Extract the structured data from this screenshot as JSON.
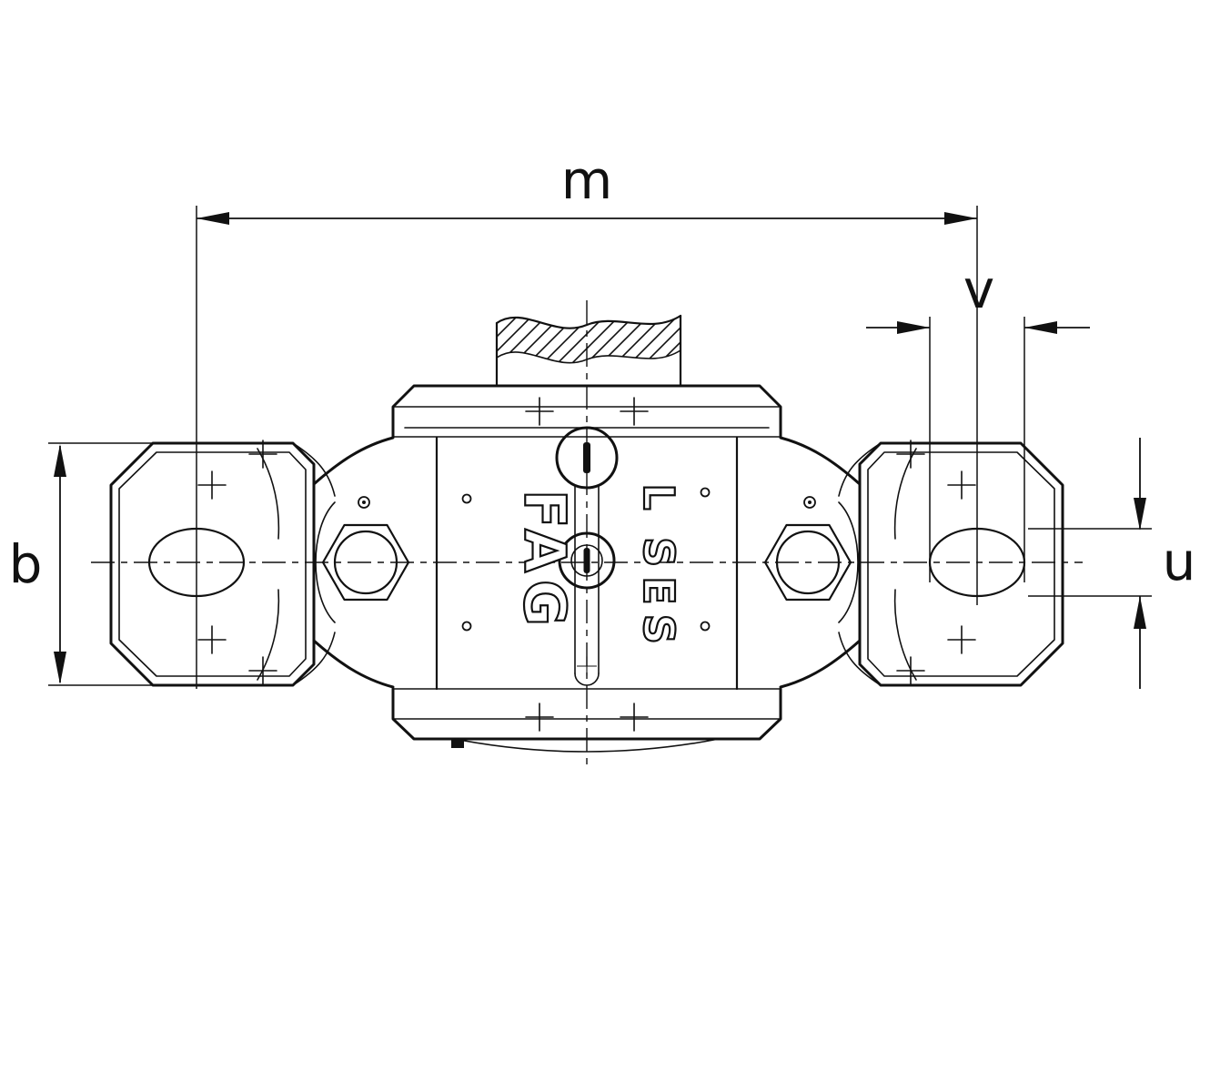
{
  "page": {
    "background": "#ffffff",
    "line_color": "#111111",
    "description": "Technical plan-view dimension drawing of a split plummer block bearing housing"
  },
  "drawing": {
    "type": "technical-dimension-drawing",
    "dimensions": {
      "m": {
        "label": "m"
      },
      "v": {
        "label": "v"
      },
      "b": {
        "label": "b"
      },
      "u": {
        "label": "u"
      }
    },
    "markings": {
      "brand": "FAG",
      "series": "SES",
      "variant": "L"
    }
  }
}
